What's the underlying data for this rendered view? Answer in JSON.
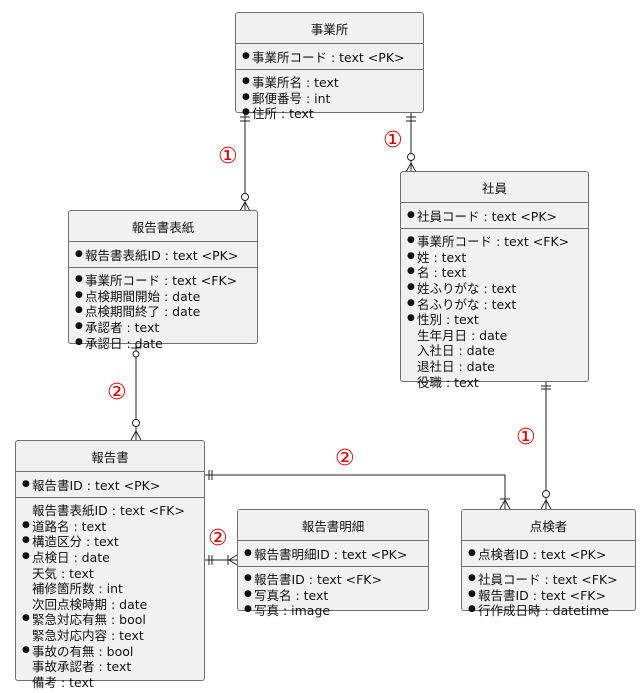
{
  "entities": {
    "jigyosho": {
      "title": "事業所",
      "pk": "事業所コード : text <PK>",
      "fields": [
        {
          "bullet": true,
          "text": "事業所名 : text"
        },
        {
          "bullet": true,
          "text": "郵便番号 : int"
        },
        {
          "bullet": true,
          "text": "住所 : text"
        }
      ]
    },
    "shain": {
      "title": "社員",
      "pk": "社員コード : text <PK>",
      "fields": [
        {
          "bullet": true,
          "text": "事業所コード : text <FK>"
        },
        {
          "bullet": true,
          "text": "姓 : text"
        },
        {
          "bullet": true,
          "text": "名 : text"
        },
        {
          "bullet": true,
          "text": "姓ふりがな : text"
        },
        {
          "bullet": true,
          "text": "名ふりがな : text"
        },
        {
          "bullet": true,
          "text": "性別 : text"
        },
        {
          "bullet": false,
          "text": "生年月日 : date"
        },
        {
          "bullet": false,
          "text": "入社日 : date"
        },
        {
          "bullet": false,
          "text": "退社日 : date"
        },
        {
          "bullet": false,
          "text": "役職 : text"
        }
      ]
    },
    "hyoshi": {
      "title": "報告書表紙",
      "pk": "報告書表紙ID : text <PK>",
      "fields": [
        {
          "bullet": true,
          "text": "事業所コード : text <FK>"
        },
        {
          "bullet": true,
          "text": "点検期間開始 : date"
        },
        {
          "bullet": true,
          "text": "点検期間終了 : date"
        },
        {
          "bullet": true,
          "text": "承認者 : text"
        },
        {
          "bullet": true,
          "text": "承認日 : date"
        }
      ]
    },
    "hokokusho": {
      "title": "報告書",
      "pk": "報告書ID : text <PK>",
      "fields": [
        {
          "bullet": false,
          "text": "報告書表紙ID : text <FK>"
        },
        {
          "bullet": true,
          "text": "道路名 : text"
        },
        {
          "bullet": true,
          "text": "構造区分 : text"
        },
        {
          "bullet": true,
          "text": "点検日 : date"
        },
        {
          "bullet": false,
          "text": "天気 : text"
        },
        {
          "bullet": false,
          "text": "補修箇所数 : int"
        },
        {
          "bullet": false,
          "text": "次回点検時期 : date"
        },
        {
          "bullet": true,
          "text": "緊急対応有無 : bool"
        },
        {
          "bullet": false,
          "text": "緊急対応内容 : text"
        },
        {
          "bullet": true,
          "text": "事故の有無 : bool"
        },
        {
          "bullet": false,
          "text": "事故承認者 : text"
        },
        {
          "bullet": false,
          "text": "備考 : text"
        }
      ]
    },
    "meisai": {
      "title": "報告書明細",
      "pk": "報告書明細ID : text <PK>",
      "fields": [
        {
          "bullet": true,
          "text": "報告書ID : text <FK>"
        },
        {
          "bullet": true,
          "text": "写真名 : text"
        },
        {
          "bullet": true,
          "text": "写真 : image"
        }
      ]
    },
    "tenkensha": {
      "title": "点検者",
      "pk": "点検者ID : text <PK>",
      "fields": [
        {
          "bullet": true,
          "text": "社員コード : text <FK>"
        },
        {
          "bullet": true,
          "text": "報告書ID : text <FK>"
        },
        {
          "bullet": true,
          "text": "行作成日時 : datetime"
        }
      ]
    }
  },
  "relation_labels": {
    "jigyosho_hyoshi": "①",
    "jigyosho_shain": "①",
    "hyoshi_hokokusho": "②",
    "hokokusho_tenkensha": "②",
    "hokokusho_meisai": "②",
    "shain_tenkensha": "①"
  },
  "colors": {
    "box_fill": "#f1f1f1",
    "border": "#6f6f6f",
    "label": "#e00000",
    "line": "#222222"
  }
}
